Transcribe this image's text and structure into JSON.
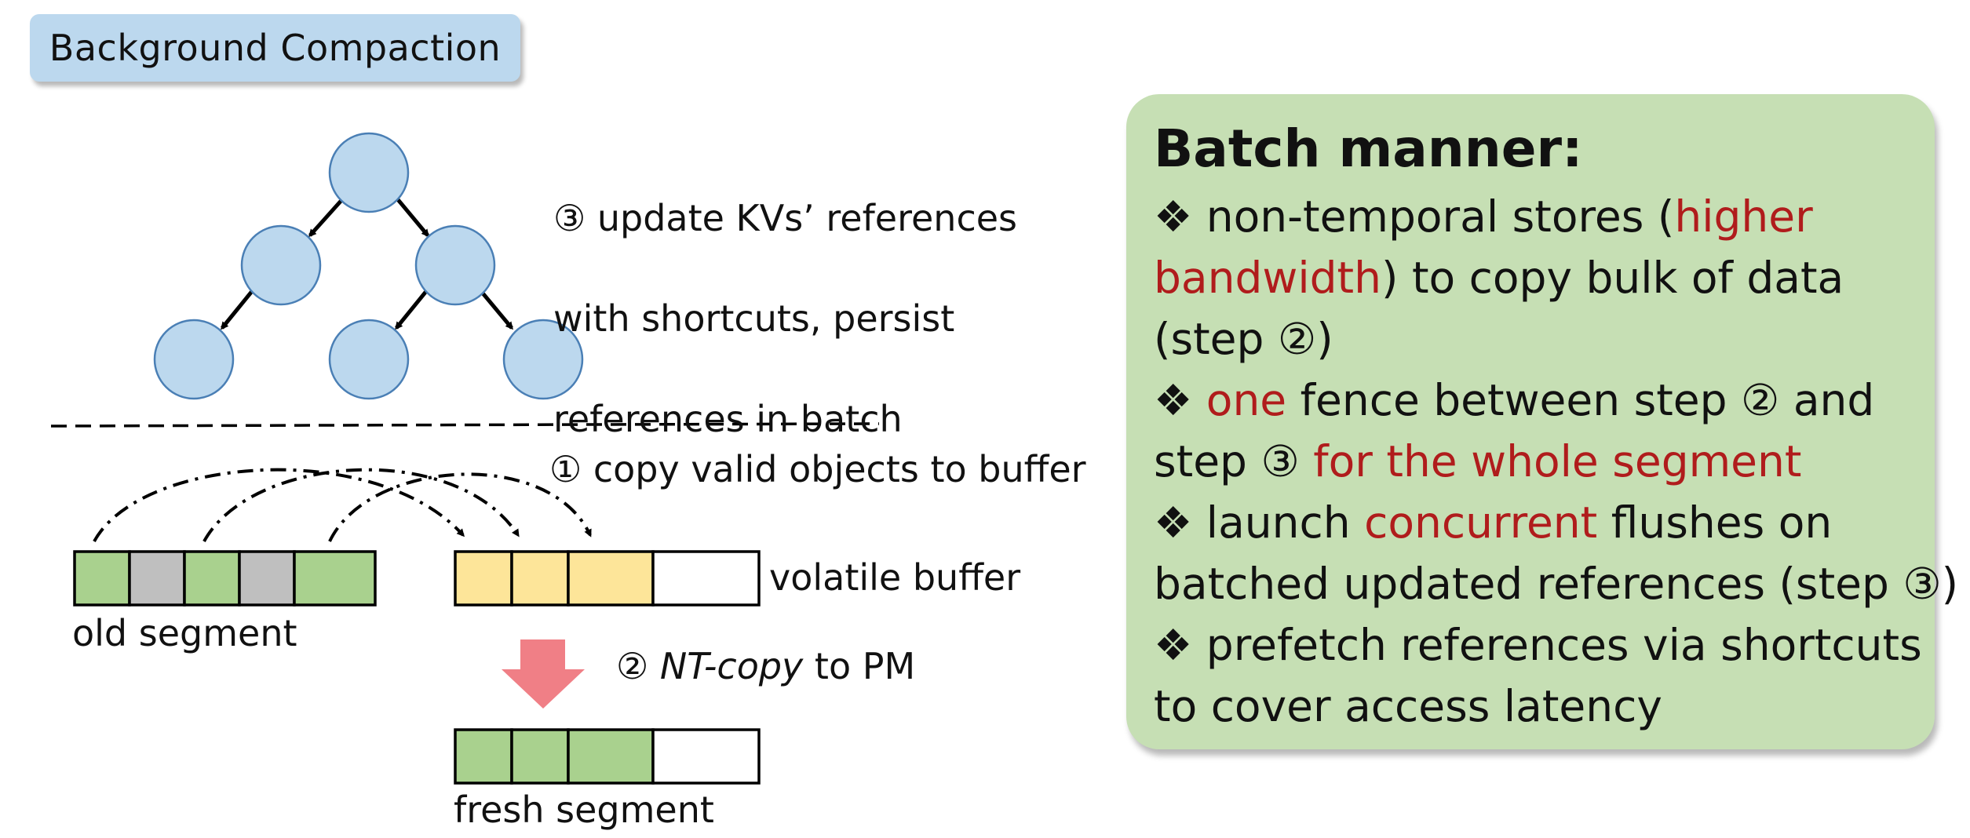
{
  "header": {
    "title": "Background Compaction"
  },
  "steps": {
    "step3_lines": [
      "③ update KVs’ references",
      "with shortcuts, persist",
      "references in batch"
    ],
    "step1": "① copy valid objects to buffer",
    "step2_num": "②",
    "step2_italic": "NT-copy",
    "step2_rest": " to PM"
  },
  "labels": {
    "old_segment": "old segment",
    "volatile_buffer": "volatile buffer",
    "fresh_segment": "fresh segment"
  },
  "segments": {
    "old": [
      "valid",
      "invalid",
      "valid",
      "invalid",
      "valid"
    ],
    "buffer": [
      "filled",
      "filled",
      "filled",
      "empty"
    ],
    "fresh": [
      "filled",
      "filled",
      "filled",
      "empty"
    ]
  },
  "colors": {
    "valid_green": "#a9d18e",
    "invalid_gray": "#bfbfbf",
    "buffer_yellow": "#fde599",
    "node_blue": "#bcd8ee",
    "arrow_red": "#f07f86",
    "panel_green": "#c6dfb4",
    "highlight_red": "#b01c1c"
  },
  "panel": {
    "title": "Batch manner:",
    "bullet": "❖",
    "l1_pre": " non-temporal stores (",
    "l1_red": "higher",
    "l2_red": "bandwidth",
    "l2_post": ") to copy bulk of data",
    "l3": "(step ②)",
    "l4_red": "one",
    "l4_post": " fence between step ② and",
    "l5_pre": "step ③ ",
    "l5_red": "for the whole segment",
    "l6_pre": " launch ",
    "l6_red": "concurrent",
    "l6_post": " flushes on",
    "l7": "batched updated references (step ③)",
    "l8": " prefetch references via shortcuts",
    "l9": "to cover access latency"
  }
}
